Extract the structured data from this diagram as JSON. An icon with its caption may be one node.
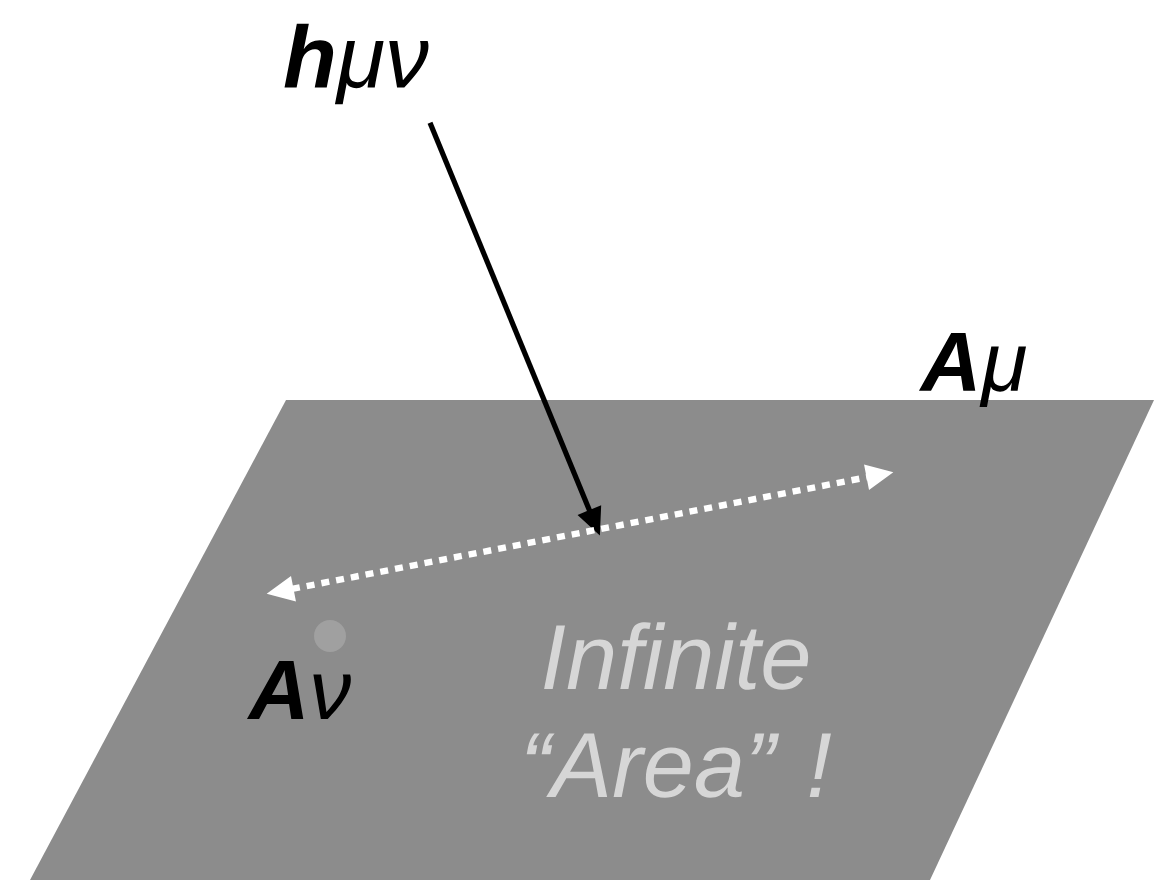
{
  "diagram": {
    "nodes": [
      {
        "text": [
          "Infinite “Area” !"
        ]
      },
      {
        "text": [
          "**h**μν"
        ]
      },
      {
        "text": [
          "**A**μ"
        ]
      },
      {
        "text": [
          "**A**ν"
        ],
        "in": 0
      }
    ],
    "edges": [
      {
        "from": 1,
        "to": 0,
        "arrow": "to"
      },
      {
        "from": 3,
        "to": 2,
        "arrow": "both",
        "style": "dashed",
        "color": "#ffffff"
      }
    ]
  }
}
